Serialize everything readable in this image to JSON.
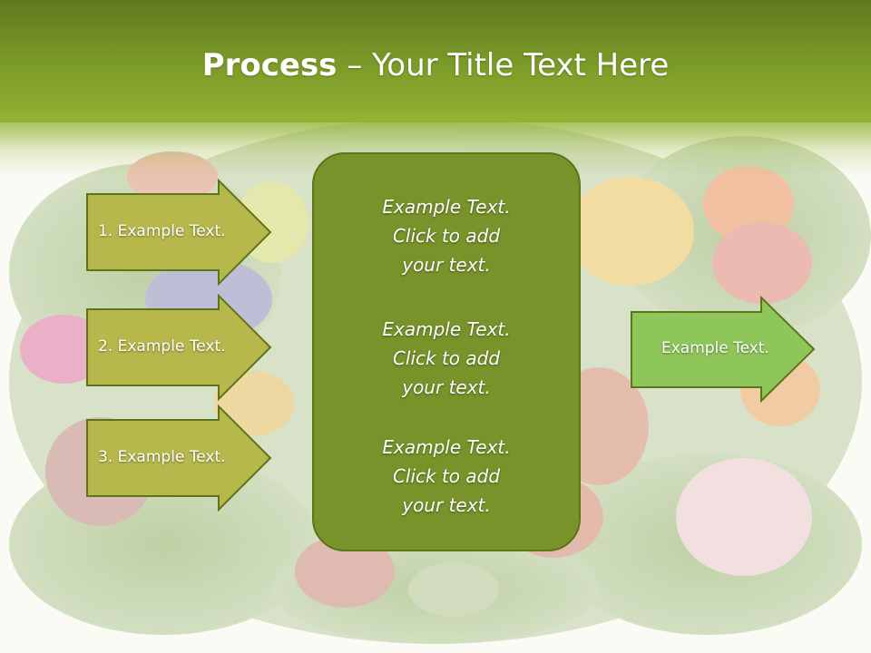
{
  "slide": {
    "title_bold": "Process",
    "title_rest": " – Your Title Text Here",
    "left_arrows": [
      {
        "label": "1. Example Text."
      },
      {
        "label": "2. Example Text."
      },
      {
        "label": "3. Example Text."
      }
    ],
    "center_items": [
      {
        "line1": "Example Text.",
        "line2": "Click  to add",
        "line3": "your text."
      },
      {
        "line1": "Example Text.",
        "line2": "Click  to add",
        "line3": "your text."
      },
      {
        "line1": "Example Text.",
        "line2": "Click  to add",
        "line3": "your text."
      }
    ],
    "right_arrow": {
      "label": "Example Text."
    }
  },
  "colors": {
    "title_bar": "#7f9f2a",
    "left_arrow_fill": "#b6b84c",
    "center_box_fill": "#78932a",
    "right_arrow_fill": "#8fc65a",
    "shape_outline": "#5d7519"
  }
}
